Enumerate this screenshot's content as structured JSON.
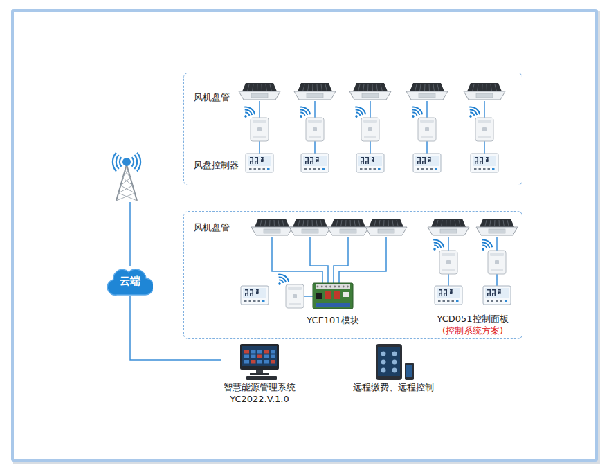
{
  "diagram": {
    "nodes": [
      {
        "text": [
          "风机盘管",
          "风盘控制器"
        ]
      },
      {
        "text": [
          "风机盘管"
        ]
      },
      {
        "text": [
          "YCE101模块"
        ],
        "in": 1
      },
      {
        "text": [
          "YCD051控制面板",
          "(控制系统方案)"
        ],
        "in": 1
      },
      {
        "text": [
          "云端"
        ]
      },
      {
        "text": [
          "智慧能源管理系统",
          "YC2022.V.1.0"
        ]
      },
      {
        "text": [
          "远程缴费、远程控制"
        ]
      }
    ],
    "edges": [
      {
        "from": 4,
        "to": 5,
        "arrow": "none"
      }
    ]
  }
}
